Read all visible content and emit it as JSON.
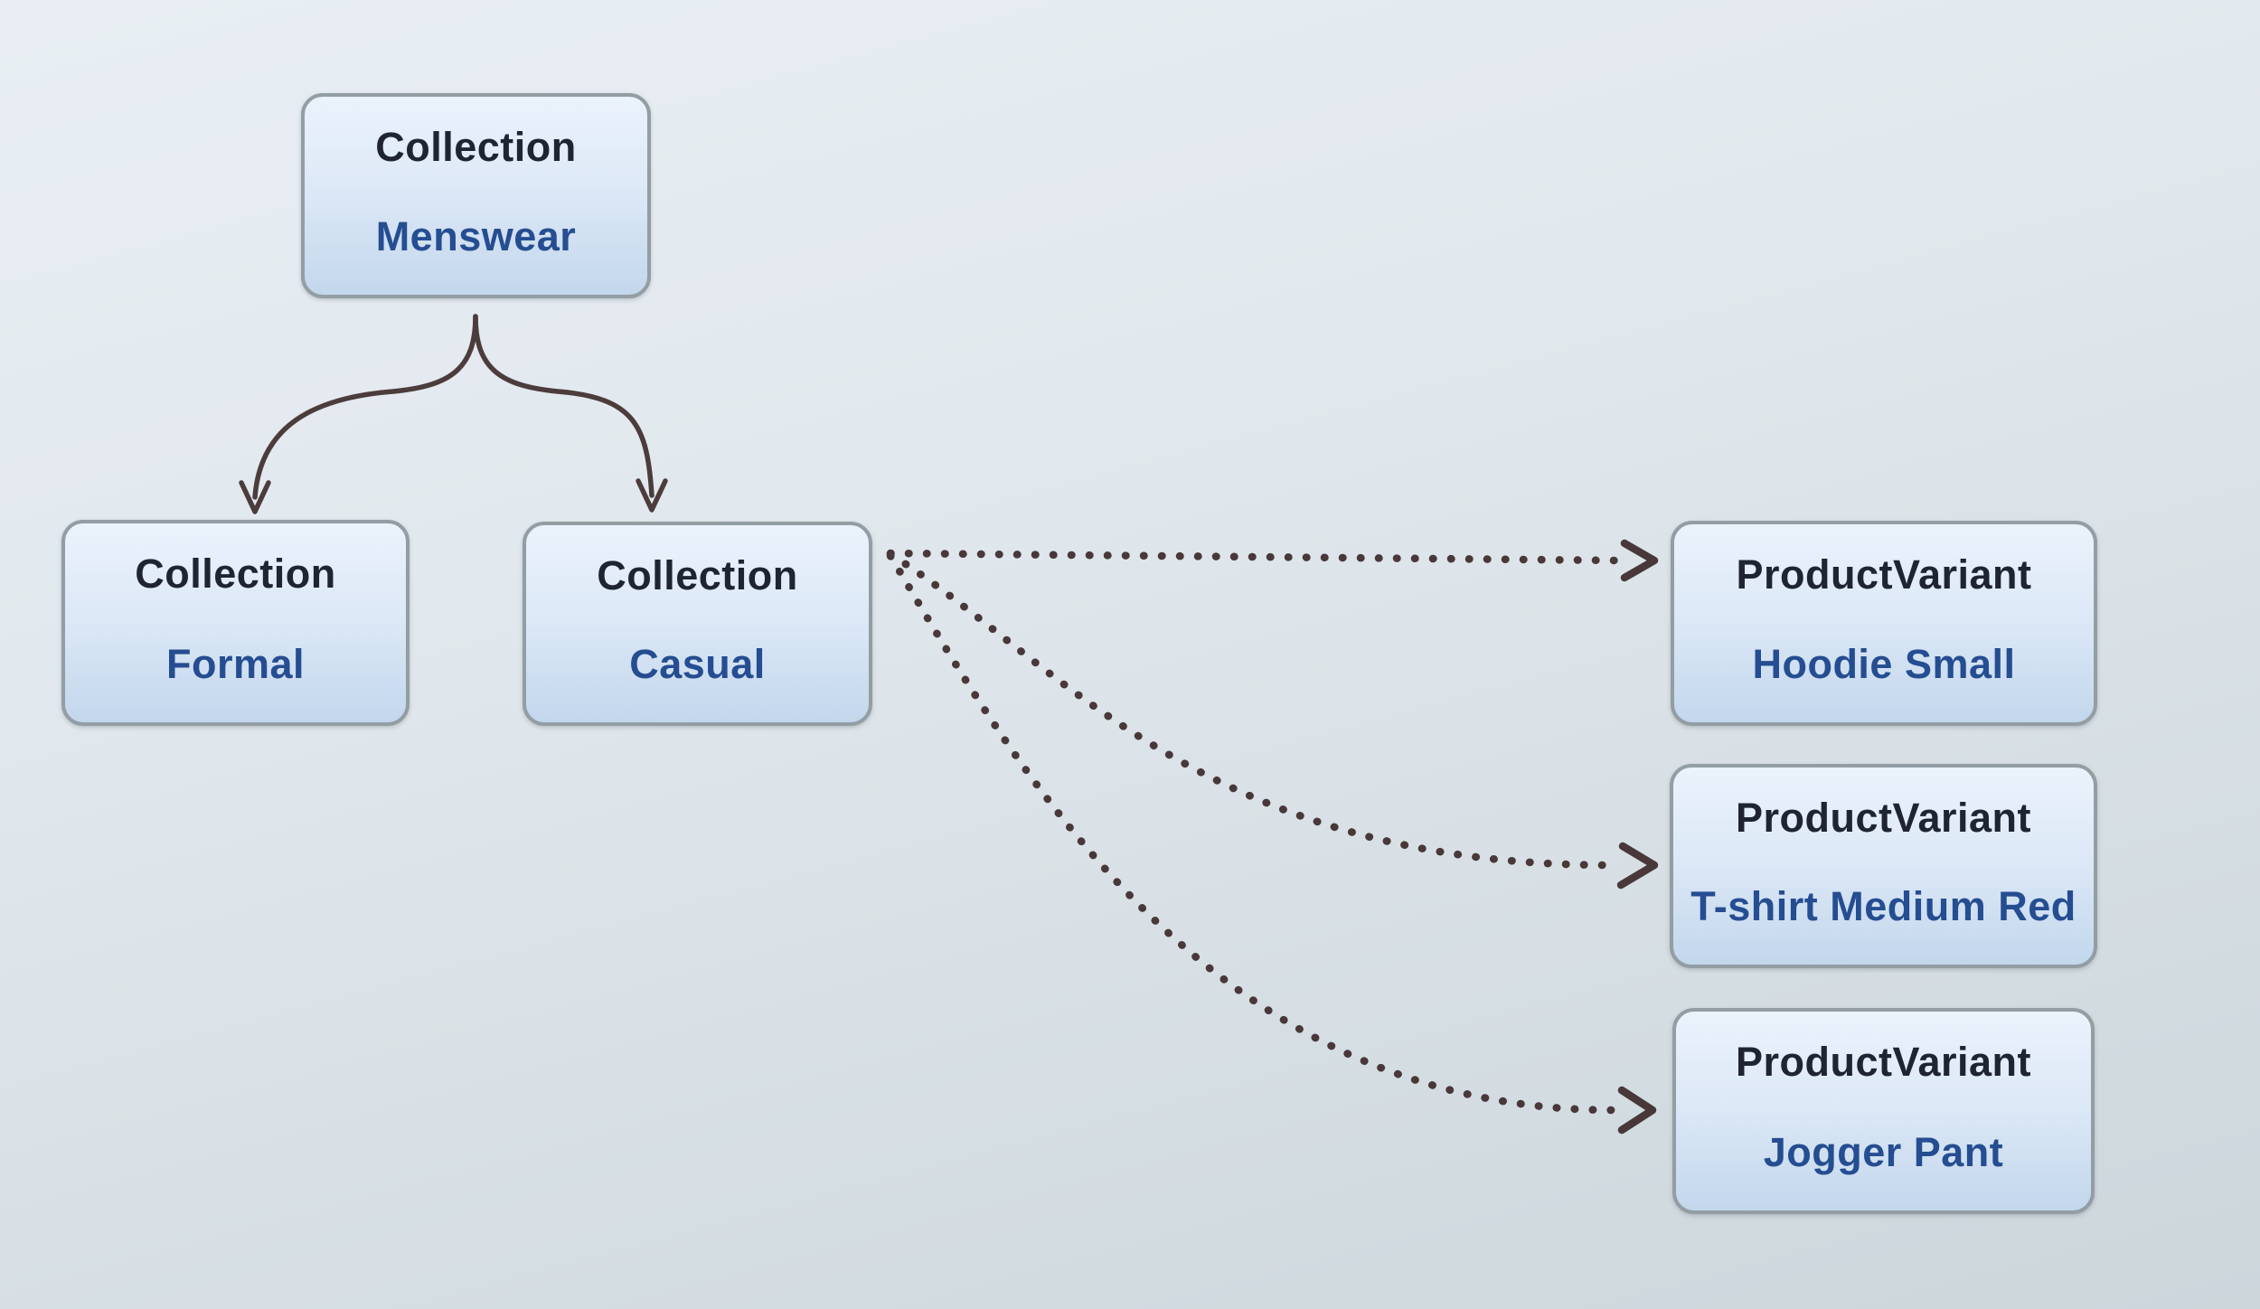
{
  "diagram": {
    "nodes": [
      {
        "id": "menswear",
        "type": "Collection",
        "name": "Menswear"
      },
      {
        "id": "formal",
        "type": "Collection",
        "name": "Formal"
      },
      {
        "id": "casual",
        "type": "Collection",
        "name": "Casual"
      },
      {
        "id": "hoodie",
        "type": "ProductVariant",
        "name": "Hoodie Small"
      },
      {
        "id": "tshirt",
        "type": "ProductVariant",
        "name": "T-shirt Medium Red"
      },
      {
        "id": "jogger",
        "type": "ProductVariant",
        "name": "Jogger Pant"
      }
    ],
    "edges": [
      {
        "from": "Menswear",
        "to": "Formal",
        "style": "solid-curved-arrow"
      },
      {
        "from": "Menswear",
        "to": "Casual",
        "style": "solid-curved-arrow"
      },
      {
        "from": "Casual",
        "to": "Hoodie Small",
        "style": "dotted-curved-arrow"
      },
      {
        "from": "Casual",
        "to": "T-shirt Medium Red",
        "style": "dotted-curved-arrow"
      },
      {
        "from": "Casual",
        "to": "Jogger Pant",
        "style": "dotted-curved-arrow"
      }
    ],
    "colors": {
      "background_top": "#e8eef3",
      "background_bottom": "#ccd6db",
      "node_fill_top": "#ebf2fc",
      "node_fill_bottom": "#c3d7ec",
      "node_border": "#939da4",
      "type_text": "#1f2530",
      "name_text": "#254d91",
      "arrow": "#4c3c3c"
    }
  }
}
